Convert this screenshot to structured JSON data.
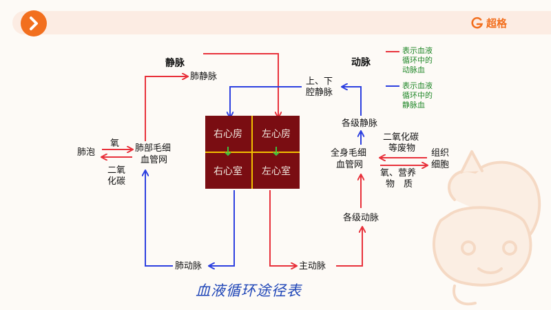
{
  "header": {
    "nav_icon": "chevron-right-icon",
    "brand_logo_icon": "g-logo-icon",
    "brand_name": "超格"
  },
  "diagram": {
    "title": "血液循环途径表",
    "labels": {
      "jingmai": "静脉",
      "dongmai": "动脉",
      "feijingmai": "肺静脉",
      "shangxia": "上、下",
      "qiangjingmai": "腔静脉",
      "gejijingmai": "各级静脉",
      "feibu1": "肺部毛细",
      "feibu2": "血管网",
      "feipao": "肺泡",
      "yang": "氧",
      "eryang1": "二氧",
      "eryang2": "化碳",
      "quanshen1": "全身毛细",
      "quanshen2": "血管网",
      "eryanghuatan": "二氧化碳",
      "dengfeiwu": "等废物",
      "yangyingyang": "氧、营养",
      "wuzhi": "物　质",
      "zuzhi1": "组织",
      "zuzhi2": "细胞",
      "gejidongmai": "各级动脉",
      "feidongmai": "肺动脉",
      "zhudongmai": "主动脉"
    },
    "chambers": {
      "right_atrium": "右心房",
      "left_atrium": "左心房",
      "right_ventricle": "右心室",
      "left_ventricle": "左心室"
    },
    "legend": {
      "arterial": "表示血液循环中的动脉血",
      "venous": "表示血液循环中的静脉血"
    },
    "colors": {
      "arterial": "#e8303a",
      "venous": "#2c3fe0",
      "heart": "#7a0d12",
      "valve": "#f2c200",
      "legend_text": "#22882a"
    }
  }
}
